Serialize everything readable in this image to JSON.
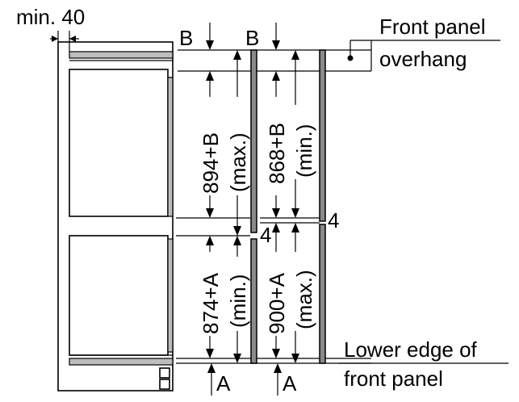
{
  "labels": {
    "min_gap": "min. 40",
    "front_panel": "Front panel",
    "overhang": "overhang",
    "b_left": "B",
    "b_right": "B",
    "a_left": "A",
    "a_right": "A",
    "gap_left": "4",
    "gap_right": "4",
    "lower_edge": "Lower edge of",
    "front_panel_2": "front panel"
  },
  "dimensions": {
    "upper_left_value": "894+B",
    "upper_left_note": "(max.)",
    "upper_right_value": "868+B",
    "upper_right_note": "(min.)",
    "lower_left_value": "874+A",
    "lower_left_note": "(min.)",
    "lower_right_value": "900+A",
    "lower_right_note": "(max.)"
  }
}
